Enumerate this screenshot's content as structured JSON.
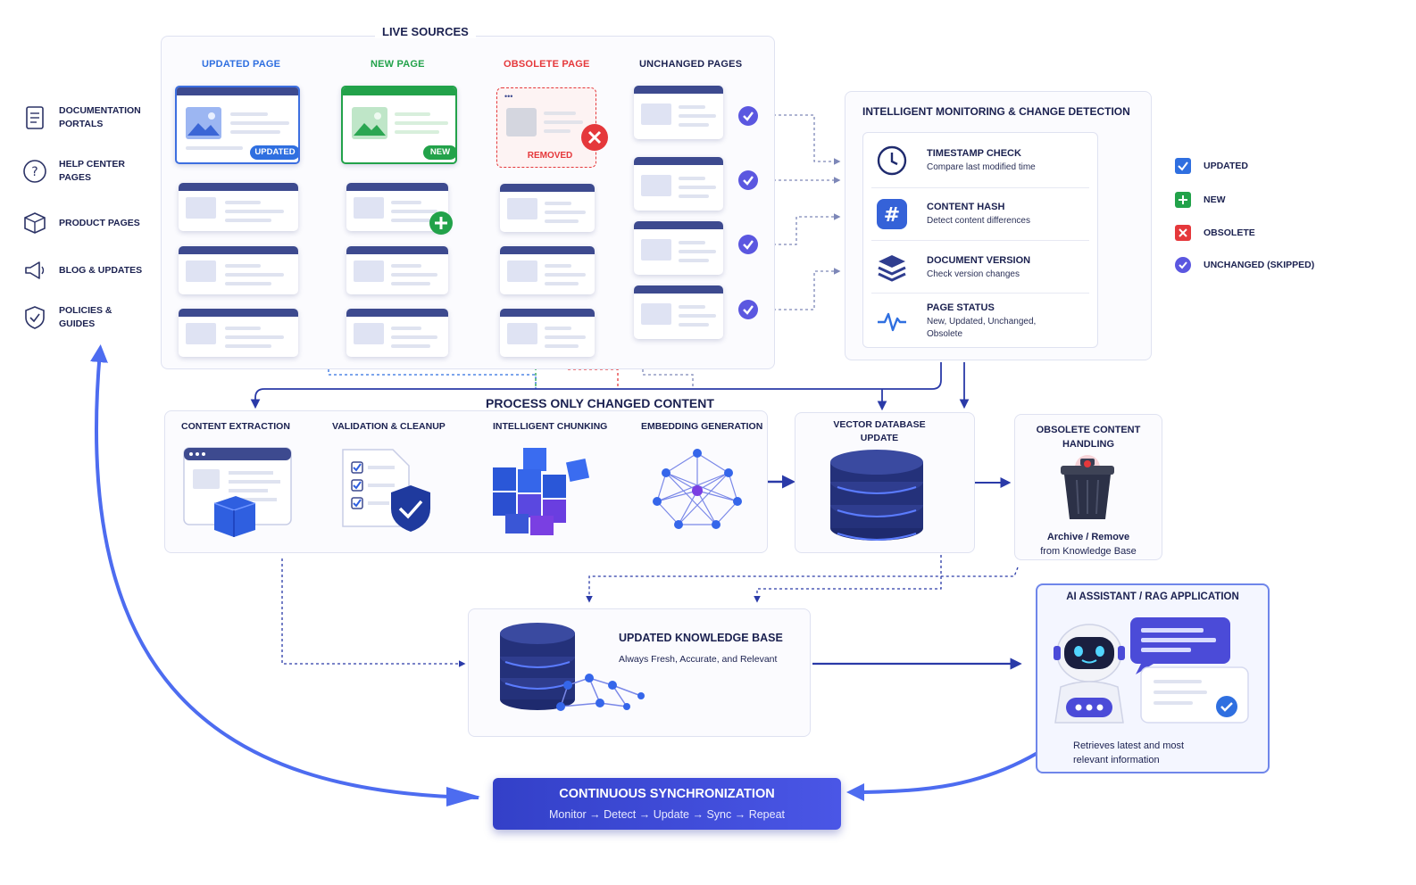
{
  "live_sources": {
    "title": "LIVE SOURCES",
    "updated_page": "UPDATED PAGE",
    "new_page": "NEW PAGE",
    "obsolete_page": "OBSOLETE PAGE",
    "unchanged_pages": "UNCHANGED PAGES",
    "badge_updated": "UPDATED",
    "badge_new": "NEW",
    "badge_removed": "REMOVED"
  },
  "source_types": [
    {
      "label": "DOCUMENTATION PORTALS",
      "icon": "document-icon"
    },
    {
      "label": "HELP CENTER PAGES",
      "icon": "help-icon"
    },
    {
      "label": "PRODUCT PAGES",
      "icon": "product-box-icon"
    },
    {
      "label": "BLOG & UPDATES",
      "icon": "megaphone-icon"
    },
    {
      "label": "POLICIES & GUIDES",
      "icon": "shield-icon"
    }
  ],
  "monitoring": {
    "title": "INTELLIGENT MONITORING & CHANGE DETECTION",
    "rows": [
      {
        "title": "TIMESTAMP CHECK",
        "desc": "Compare last modified time",
        "icon": "clock-icon"
      },
      {
        "title": "CONTENT HASH",
        "desc": "Detect content differences",
        "icon": "hash-icon"
      },
      {
        "title": "DOCUMENT VERSION",
        "desc": "Check version changes",
        "icon": "layers-icon"
      },
      {
        "title": "PAGE STATUS",
        "desc": "New, Updated, Unchanged,",
        "desc2": "Obsolete",
        "icon": "pulse-icon"
      }
    ]
  },
  "legend": [
    {
      "label": "UPDATED",
      "color": "#2f6fe0"
    },
    {
      "label": "NEW",
      "color": "#22a24a"
    },
    {
      "label": "OBSOLETE",
      "color": "#e5383b"
    },
    {
      "label": "UNCHANGED (SKIPPED)",
      "color": "#5b57e0"
    }
  ],
  "pipeline": {
    "title": "PROCESS ONLY CHANGED CONTENT",
    "stages": [
      {
        "label": "CONTENT EXTRACTION"
      },
      {
        "label": "VALIDATION & CLEANUP"
      },
      {
        "label": "INTELLIGENT CHUNKING"
      },
      {
        "label": "EMBEDDING GENERATION"
      }
    ],
    "vector_db": {
      "line1": "VECTOR DATABASE",
      "line2": "UPDATE"
    }
  },
  "obsolete_handling": {
    "title_line1": "OBSOLETE CONTENT",
    "title_line2": "HANDLING",
    "desc_line1": "Archive / Remove",
    "desc_line2": "from Knowledge Base"
  },
  "knowledge_base": {
    "title": "UPDATED KNOWLEDGE BASE",
    "subtitle": "Always Fresh, Accurate, and Relevant"
  },
  "assistant": {
    "title": "AI ASSISTANT / RAG APPLICATION",
    "desc_line1": "Retrieves latest and most",
    "desc_line2": "relevant information"
  },
  "sync": {
    "title": "CONTINUOUS SYNCHRONIZATION",
    "subtitle": "Monitor → Detect → Update → Sync → Repeat"
  },
  "colors": {
    "navy": "#1b2150",
    "accent": "#3b4bd8",
    "updated": "#2f6fe0",
    "new": "#22a24a",
    "obsolete": "#e5383b",
    "unchanged": "#5b57e0"
  }
}
